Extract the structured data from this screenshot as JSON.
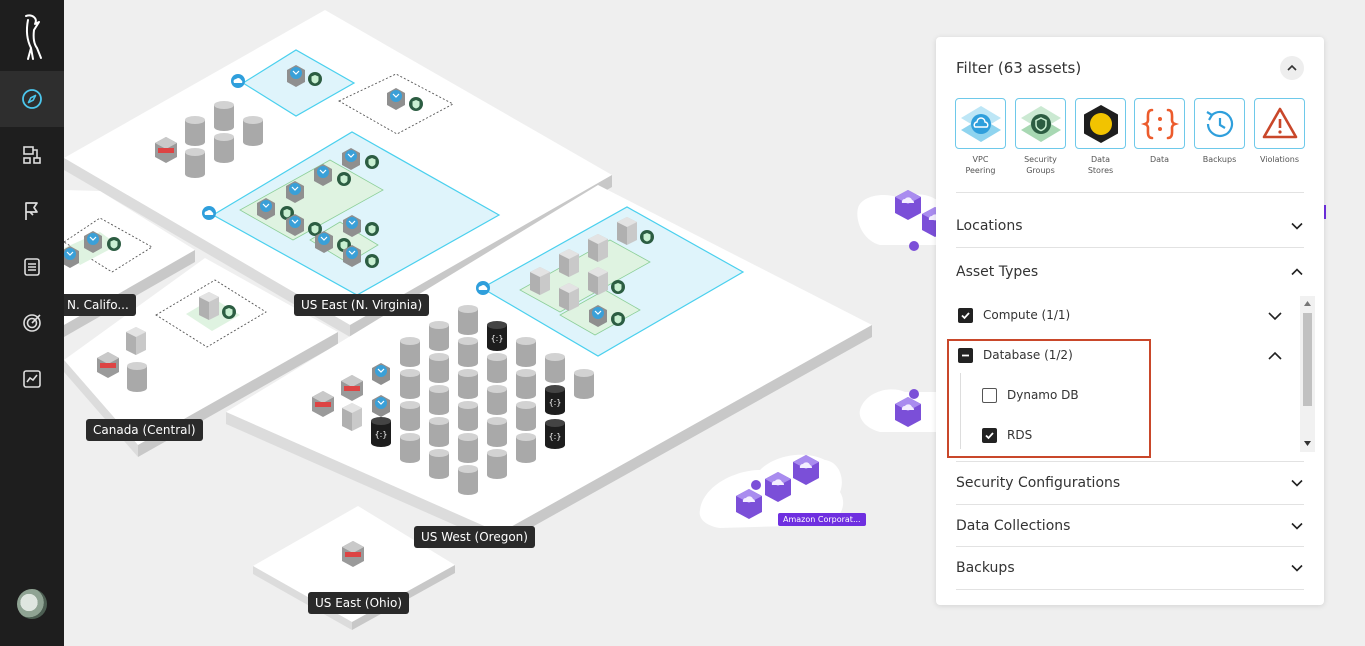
{
  "sidebar": {
    "logo_icon": "bird-logo-icon",
    "items": [
      {
        "icon": "compass-icon",
        "active": true
      },
      {
        "icon": "hierarchy-icon",
        "active": false
      },
      {
        "icon": "flag-icon",
        "active": false
      },
      {
        "icon": "document-list-icon",
        "active": false
      },
      {
        "icon": "target-icon",
        "active": false
      },
      {
        "icon": "line-chart-icon",
        "active": false
      }
    ],
    "avatar_icon": "user-avatar"
  },
  "map": {
    "regions": [
      {
        "label": "US East (N. Virginia)"
      },
      {
        "label": "N. Califo..."
      },
      {
        "label": "Canada (Central)"
      },
      {
        "label": "US West (Oregon)"
      },
      {
        "label": "US East (Ohio)"
      }
    ],
    "external_network_label": "Amazon Corporat...",
    "colors": {
      "vpc_border": "#4ad0ee",
      "vpc_fill": "#dff4fb",
      "security_group_fill": "#dff3e1",
      "external_node": "#8a5ce6",
      "network_label": "#6f2fe0"
    }
  },
  "filter": {
    "title": "Filter (63 assets)",
    "tiles": [
      {
        "label_lines": [
          "VPC",
          "Peering"
        ],
        "icon": "vpc-peering-icon"
      },
      {
        "label_lines": [
          "Security",
          "Groups"
        ],
        "icon": "security-groups-icon"
      },
      {
        "label_lines": [
          "Data",
          "Stores"
        ],
        "icon": "data-stores-icon"
      },
      {
        "label_lines": [
          "Data"
        ],
        "icon": "data-braces-icon"
      },
      {
        "label_lines": [
          "Backups"
        ],
        "icon": "backups-clock-icon"
      },
      {
        "label_lines": [
          "Violations"
        ],
        "icon": "violations-warning-icon"
      }
    ],
    "sections": {
      "locations": "Locations",
      "asset_types": "Asset Types",
      "security_configurations": "Security Configurations",
      "data_collections": "Data Collections",
      "backups": "Backups"
    },
    "asset_types": {
      "compute": {
        "label": "Compute (1/1)",
        "state": "checked"
      },
      "database": {
        "label": "Database (1/2)",
        "state": "indeterminate"
      },
      "dynamo": {
        "label": "Dynamo DB",
        "state": "unchecked"
      },
      "rds": {
        "label": "RDS",
        "state": "checked"
      }
    },
    "colors": {
      "tile_border": "#6ec9ea",
      "highlight_border": "#c9472a"
    }
  }
}
